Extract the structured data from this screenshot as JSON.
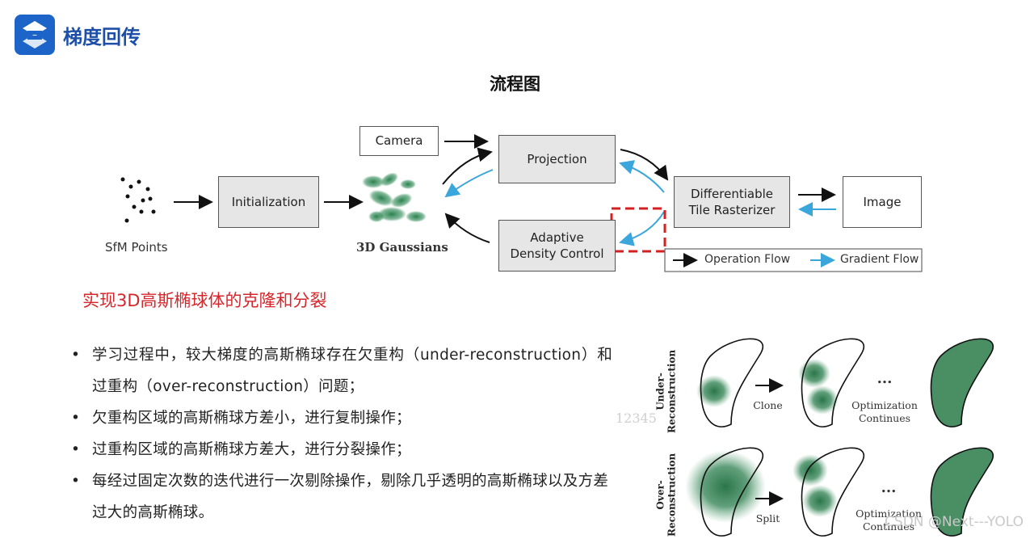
{
  "brand": {
    "name": "梯度回传"
  },
  "page_title": "流程图",
  "diagram": {
    "sfm_label": "SfM Points",
    "initialization": "Initialization",
    "gaussians_label": "3D Gaussians",
    "camera": "Camera",
    "projection": "Projection",
    "adc_line1": "Adaptive",
    "adc_line2": "Density Control",
    "rasterizer_line1": "Differentiable",
    "rasterizer_line2": "Tile Rasterizer",
    "image": "Image",
    "legend_op": "Operation Flow",
    "legend_grad": "Gradient Flow",
    "colors": {
      "gradient": "#3aa6dc",
      "operation": "#111111",
      "dashed": "#d42020",
      "gaussian": "#2f7d4e"
    }
  },
  "subtitle": "实现3D高斯椭球体的克隆和分裂",
  "bullets": [
    "学习过程中，较大梯度的高斯椭球存在欠重构（under-reconstruction）和过重构（over-reconstruction）问题；",
    "欠重构区域的高斯椭球方差小，进行复制操作；",
    "过重构区域的高斯椭球方差大，进行分裂操作；",
    "每经过固定次数的迭代进行一次剔除操作，剔除几乎透明的高斯椭球以及方差过大的高斯椭球。"
  ],
  "figure": {
    "under_label_1": "Under-",
    "under_label_2": "Reconstruction",
    "over_label_1": "Over-",
    "over_label_2": "Reconstruction",
    "clone": "Clone",
    "split": "Split",
    "dots": "...",
    "optim_line1": "Optimization",
    "optim_line2": "Continues",
    "faint_number": "12345"
  },
  "watermark": "CSDN @Next---YOLO"
}
